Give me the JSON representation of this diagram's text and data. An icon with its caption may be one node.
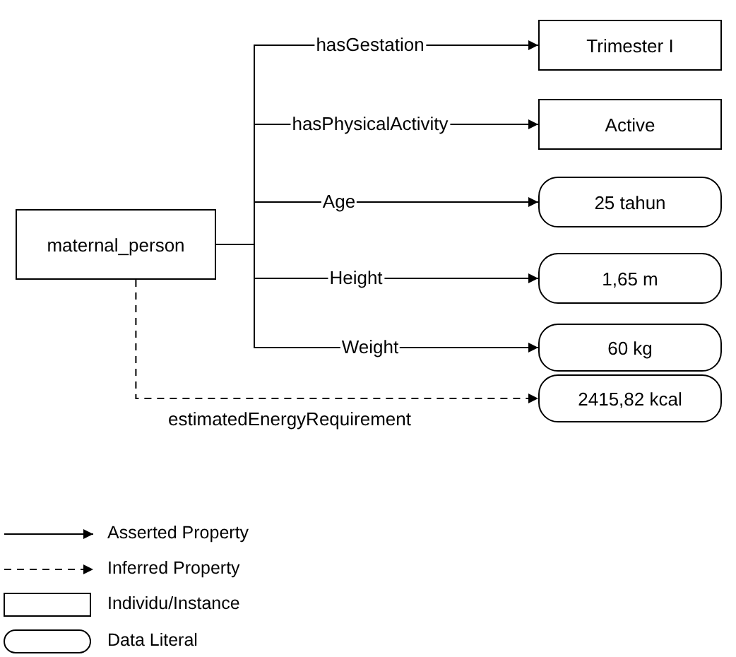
{
  "diagram": {
    "nodes": [
      {
        "text": [
          "maternal_person"
        ]
      },
      {
        "text": [
          "Trimester I"
        ]
      },
      {
        "text": [
          "Active"
        ]
      },
      {
        "text": [
          "25 tahun"
        ]
      },
      {
        "text": [
          "1,65 m"
        ]
      },
      {
        "text": [
          "60 kg"
        ]
      },
      {
        "text": [
          "2415,82 kcal"
        ]
      }
    ],
    "edges": [
      {
        "from": 0,
        "to": 1,
        "arrow": "to",
        "label": "hasGestation"
      },
      {
        "from": 0,
        "to": 2,
        "arrow": "to",
        "label": "hasPhysicalActivity"
      },
      {
        "from": 0,
        "to": 3,
        "arrow": "to",
        "label": "Age"
      },
      {
        "from": 0,
        "to": 4,
        "arrow": "to",
        "label": "Height"
      },
      {
        "from": 0,
        "to": 5,
        "arrow": "to",
        "label": "Weight"
      },
      {
        "from": 0,
        "to": 6,
        "arrow": "to",
        "label": "estimatedEnergyRequirement",
        "style": "dashed"
      }
    ],
    "legend": [
      {
        "text": "Asserted Property"
      },
      {
        "text": "Inferred Property"
      },
      {
        "text": "Individu/Instance"
      },
      {
        "text": "Data Literal"
      }
    ]
  }
}
